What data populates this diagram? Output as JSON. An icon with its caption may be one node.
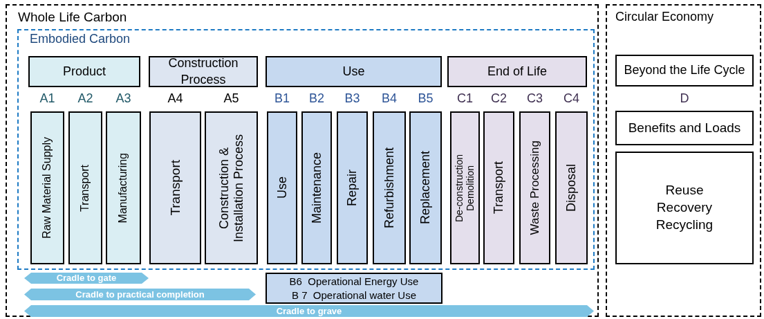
{
  "diagram": {
    "nodes": [
      {
        "text": [
          "Whole Life Carbon"
        ]
      },
      {
        "text": [
          "Embodied Carbon"
        ],
        "in": 0
      },
      {
        "text": [
          "Product"
        ],
        "in": 1
      },
      {
        "text": [
          "Construction Process"
        ],
        "in": 1
      },
      {
        "text": [
          "Use"
        ],
        "in": 1
      },
      {
        "text": [
          "End of Life"
        ],
        "in": 1
      },
      {
        "text": [
          "A1",
          "Raw Material Supply"
        ],
        "in": 1
      },
      {
        "text": [
          "A2",
          "Transport"
        ],
        "in": 1
      },
      {
        "text": [
          "A3",
          "Manufacturing"
        ],
        "in": 1
      },
      {
        "text": [
          "A4",
          "Transport"
        ],
        "in": 1
      },
      {
        "text": [
          "A5",
          "Construction & Installation Process"
        ],
        "in": 1
      },
      {
        "text": [
          "B1",
          "Use"
        ],
        "in": 1
      },
      {
        "text": [
          "B2",
          "Maintenance"
        ],
        "in": 1
      },
      {
        "text": [
          "B3",
          "Repair"
        ],
        "in": 1
      },
      {
        "text": [
          "B4",
          "Refurbishment"
        ],
        "in": 1
      },
      {
        "text": [
          "B5",
          "Replacement"
        ],
        "in": 1
      },
      {
        "text": [
          "C1",
          "De-construction Demolition"
        ],
        "in": 1
      },
      {
        "text": [
          "C2",
          "Transport"
        ],
        "in": 1
      },
      {
        "text": [
          "C3",
          "Waste Processing"
        ],
        "in": 1
      },
      {
        "text": [
          "C4",
          "Disposal"
        ],
        "in": 1
      },
      {
        "text": [
          "Cradle to gate"
        ],
        "in": 0
      },
      {
        "text": [
          "Cradle to practical completion"
        ],
        "in": 0
      },
      {
        "text": [
          "Cradle to grave"
        ],
        "in": 0
      },
      {
        "text": [
          "B6  Operational Energy Use",
          "B 7  Operational water Use"
        ],
        "in": 0
      },
      {
        "text": [
          "Circular Economy"
        ]
      },
      {
        "text": [
          "Beyond the Life Cycle"
        ],
        "in": 24
      },
      {
        "text": [
          "D",
          "Benefits and Loads"
        ],
        "in": 24
      },
      {
        "text": [
          "Reuse Recovery Recycling"
        ],
        "in": 24
      }
    ]
  }
}
